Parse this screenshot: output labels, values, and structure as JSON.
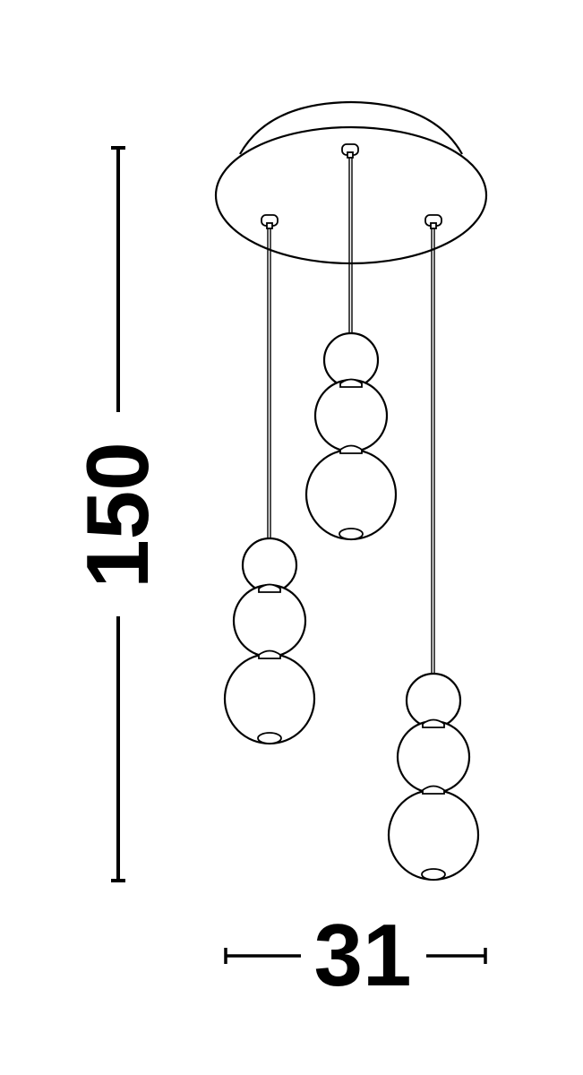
{
  "diagram": {
    "subject": "Three-light pendant with stacked glass spheres on round ceiling canopy",
    "stroke_color": "#000000",
    "background_color": "#ffffff"
  },
  "dimensions": {
    "height": {
      "value": "150",
      "orientation": "vertical"
    },
    "width": {
      "value": "31",
      "orientation": "horizontal"
    }
  }
}
